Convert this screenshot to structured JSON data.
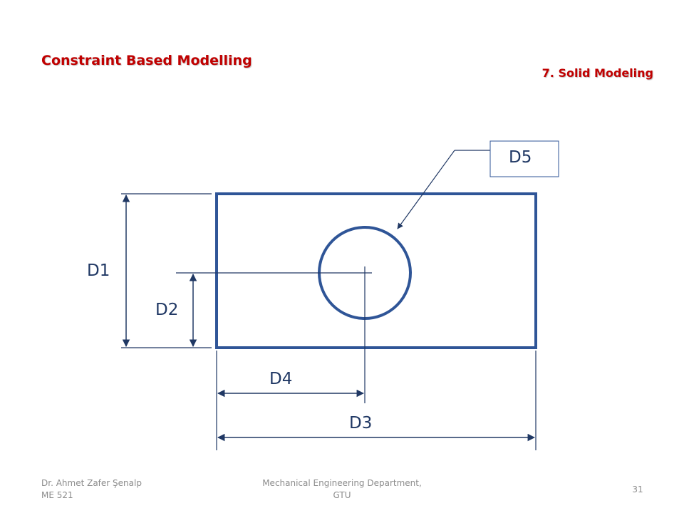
{
  "header": {
    "slide_title": "Constraint Based Modelling",
    "section_title": "7. Solid Modeling"
  },
  "diagram": {
    "labels": {
      "d1": "D1",
      "d2": "D2",
      "d3": "D3",
      "d4": "D4",
      "d5": "D5"
    },
    "colors": {
      "shape": "#2f5597",
      "dimension": "#203864"
    }
  },
  "footer": {
    "author_line1": "Dr. Ahmet Zafer Şenalp",
    "author_line2": "ME 521",
    "department_line1": "Mechanical Engineering Department,",
    "department_line2": "GTU",
    "page_number": "31"
  },
  "colors": {
    "title": "#c00000",
    "footer_text": "#8c8c8c"
  }
}
